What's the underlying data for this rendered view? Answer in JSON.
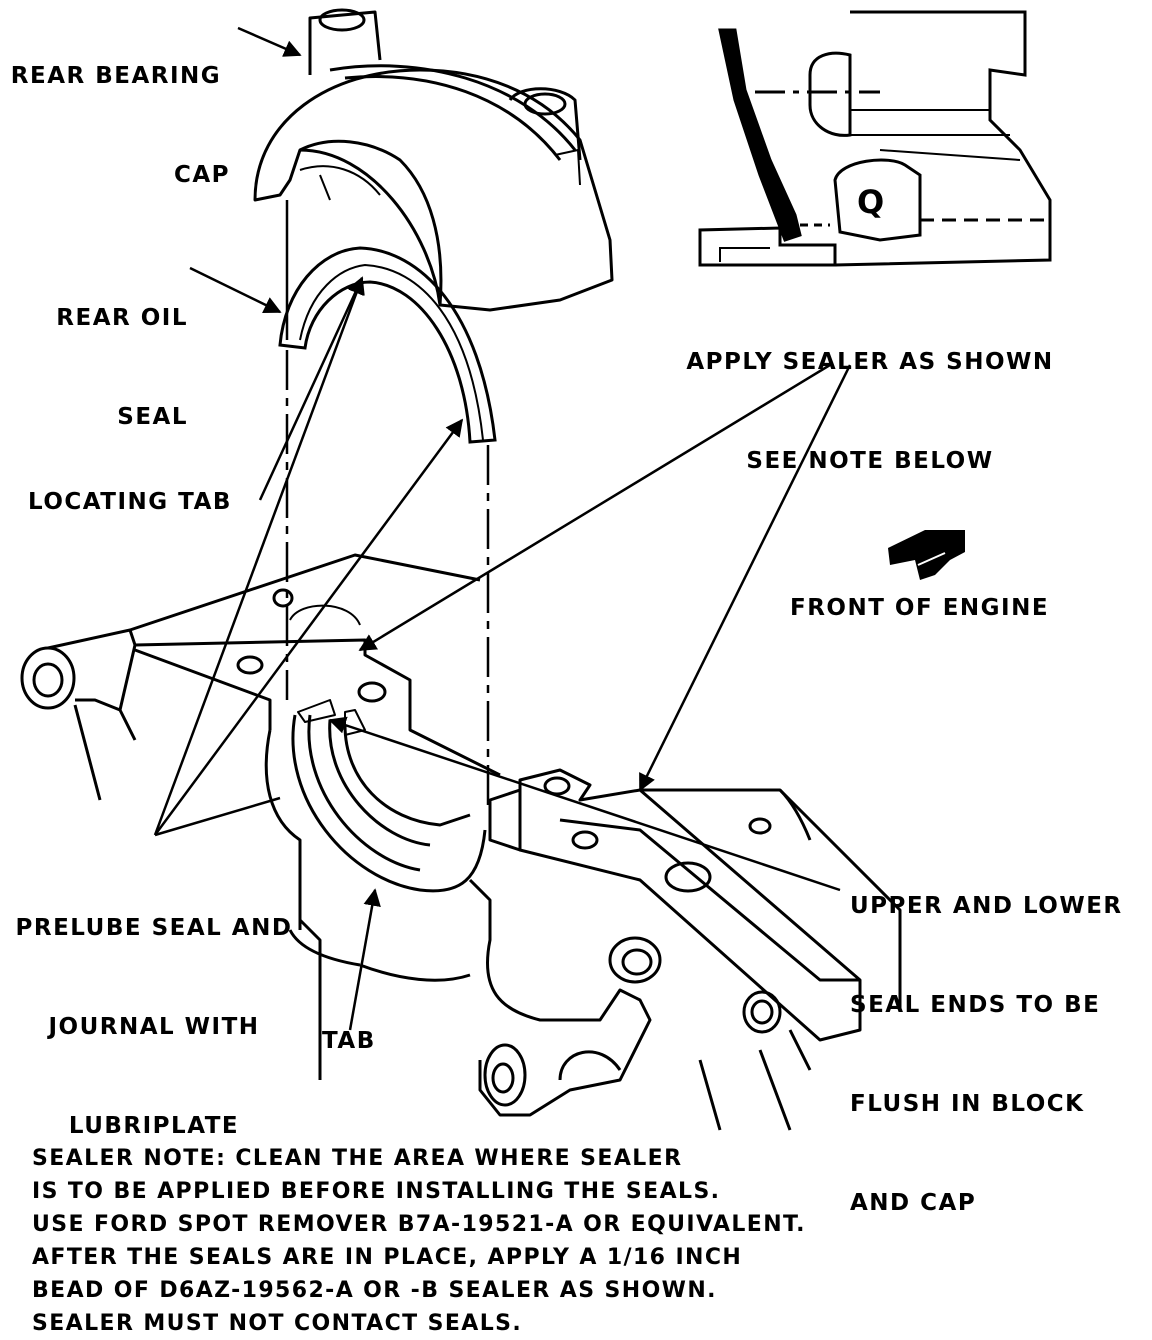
{
  "labels": {
    "rear_bearing_cap": [
      "REAR BEARING",
      "CAP"
    ],
    "rear_oil_seal": [
      "REAR OIL",
      "SEAL"
    ],
    "locating_tab": "LOCATING TAB",
    "apply_sealer": [
      "APPLY SEALER AS SHOWN",
      "SEE NOTE BELOW"
    ],
    "front_of_engine": "FRONT OF ENGINE",
    "prelube": [
      "PRELUBE SEAL AND",
      "JOURNAL WITH",
      "LUBRIPLATE"
    ],
    "upper_lower": [
      "UPPER AND LOWER",
      "SEAL ENDS TO BE",
      "FLUSH IN BLOCK",
      "AND CAP"
    ],
    "tab": "TAB",
    "inset_mark": "Q"
  },
  "sealer_note": [
    "SEALER NOTE: CLEAN THE AREA WHERE SEALER",
    "IS TO BE APPLIED BEFORE INSTALLING THE SEALS.",
    "USE FORD SPOT REMOVER B7A-19521-A OR EQUIVALENT.",
    "AFTER THE SEALS ARE IN PLACE, APPLY A 1/16 INCH",
    "BEAD OF D6AZ-19562-A OR -B SEALER AS SHOWN.",
    "SEALER MUST NOT CONTACT SEALS."
  ]
}
